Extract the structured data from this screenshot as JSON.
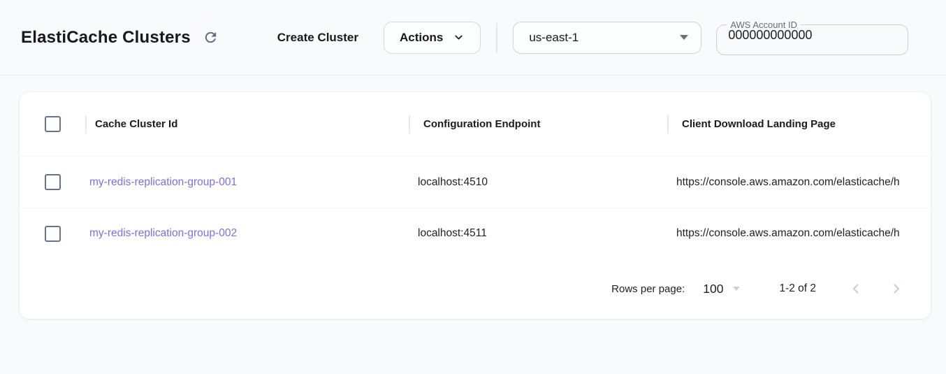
{
  "header": {
    "title": "ElastiCache Clusters",
    "create_cluster_label": "Create Cluster",
    "actions_label": "Actions",
    "region_selected": "us-east-1",
    "account_id_label": "AWS Account ID",
    "account_id_value": "000000000000"
  },
  "icons": {
    "refresh": "circular-arrow-refresh",
    "chevron_down": "chevron-down",
    "dropdown_caret": "filled-triangle-down",
    "page_prev": "chevron-left",
    "page_next": "chevron-right"
  },
  "table": {
    "columns": {
      "cache_cluster_id": "Cache Cluster Id",
      "configuration_endpoint": "Configuration Endpoint",
      "client_download_landing_page": "Client Download Landing Page"
    },
    "rows": [
      {
        "cache_cluster_id": "my-redis-replication-group-001",
        "configuration_endpoint": "localhost:4510",
        "client_download_landing_page": "https://console.aws.amazon.com/elasticache/h"
      },
      {
        "cache_cluster_id": "my-redis-replication-group-002",
        "configuration_endpoint": "localhost:4511",
        "client_download_landing_page": "https://console.aws.amazon.com/elasticache/h"
      }
    ],
    "pagination": {
      "rows_per_page_label": "Rows per page:",
      "rows_per_page_value": "100",
      "range_label": "1-2 of 2"
    }
  },
  "colors": {
    "page_background": "#f8fafc",
    "card_background": "#ffffff",
    "link_purple": "#7d6ee7",
    "slate_icon": "#5b6b7b",
    "checkbox_border": "#64748b",
    "disabled_gray": "#c6ccd2"
  }
}
